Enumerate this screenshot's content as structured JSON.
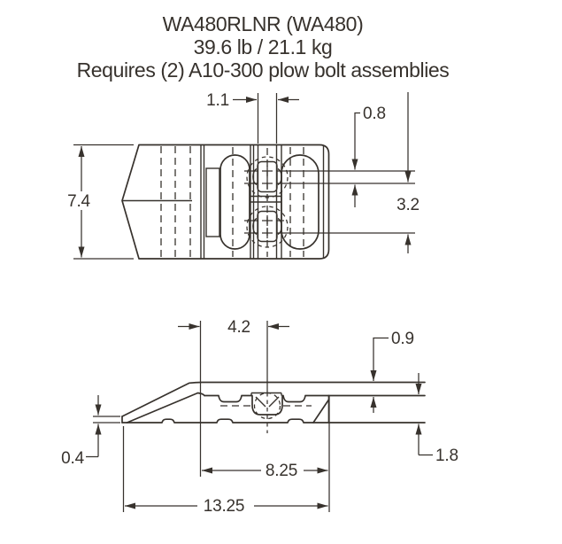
{
  "title": {
    "line1": "WA480RLNR (WA480)",
    "line2": "39.6 lb / 21.1 kg",
    "line3": "Requires (2) A10-300 plow bolt assemblies"
  },
  "colors": {
    "line": "#37322d",
    "text": "#37322d",
    "background": "#ffffff"
  },
  "top_view": {
    "dimensions": {
      "bolt_slot_width": "1.1",
      "hole_pitch": "0.8",
      "overall_width": "7.4",
      "bolt_spacing": "3.2"
    }
  },
  "side_view": {
    "dimensions": {
      "edge_to_bolt_center": "4.2",
      "top_plate_thickness": "0.9",
      "tip_thickness": "0.4",
      "slot_length": "8.25",
      "overall_length": "13.25",
      "base_thickness": "1.8"
    }
  }
}
